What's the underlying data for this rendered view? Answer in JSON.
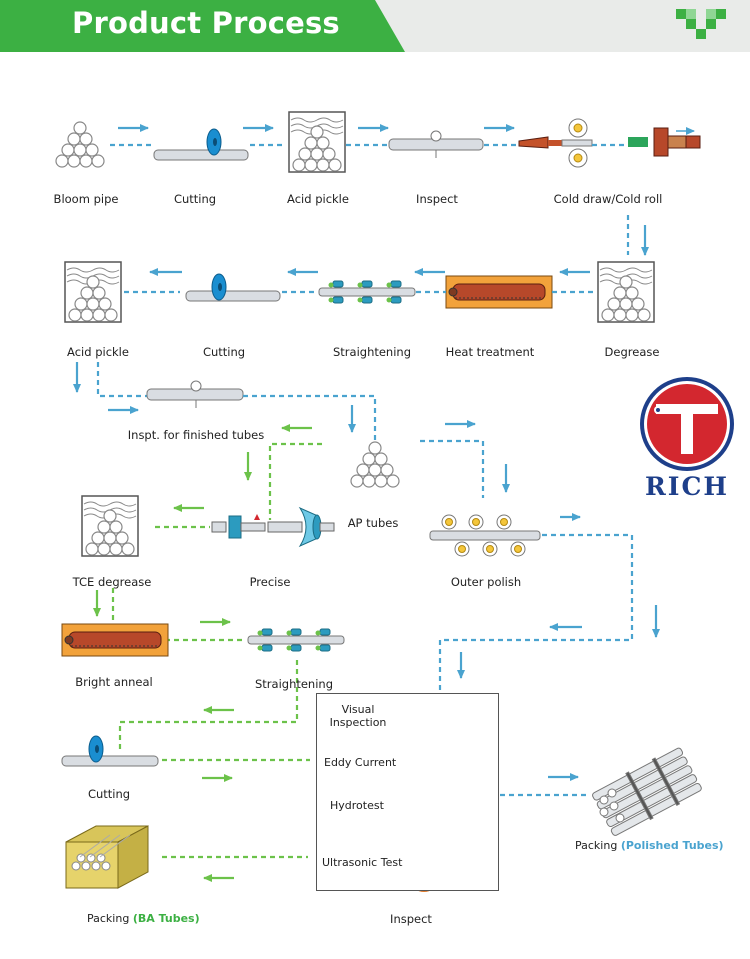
{
  "header": {
    "title": "Product Process"
  },
  "brand": {
    "name": "RICH",
    "logo_letter": "T"
  },
  "colors": {
    "green": "#3cb043",
    "blue": "#4aa3cf",
    "tube": "#d9dde2",
    "red": "#d3272f",
    "brand_blue": "#1e3f8a"
  },
  "steps": {
    "bloom_pipe": "Bloom pipe",
    "cutting_1": "Cutting",
    "acid_pickle_1": "Acid pickle",
    "inspect_1": "Inspect",
    "cold_draw": "Cold draw/Cold roll",
    "acid_pickle_2": "Acid pickle",
    "cutting_2": "Cutting",
    "straightening_1": "Straightening",
    "heat_treatment": "Heat treatment",
    "degrease": "Degrease",
    "inspt_finished": "Inspt. for finished tubes",
    "ap_tubes": "AP tubes",
    "tce_degrease": "TCE degrease",
    "precise": "Precise",
    "outer_polish": "Outer polish",
    "bright_anneal": "Bright anneal",
    "straightening_2": "Straightening",
    "cutting_3": "Cutting",
    "packing_ba": "Packing",
    "packing_ba_note": "(BA Tubes)",
    "inspect_2": "Inspect",
    "packing_polished": "Packing",
    "packing_polished_note": "(Polished Tubes)"
  },
  "inspect_box": {
    "visual": "Visual Inspection",
    "eddy": "Eddy Current",
    "hydrotest": "Hydrotest",
    "ultrasonic": "Ultrasonic Test"
  },
  "icons": [
    "check-logo-icon",
    "pipe-stack-icon",
    "acid-tank-icon",
    "cutting-wheel-icon",
    "tube-icon",
    "cold-draw-icon",
    "furnace-icon",
    "straightener-icon",
    "polisher-icon",
    "packing-bundle-icon",
    "ba-box-icon",
    "rich-logo-icon"
  ]
}
